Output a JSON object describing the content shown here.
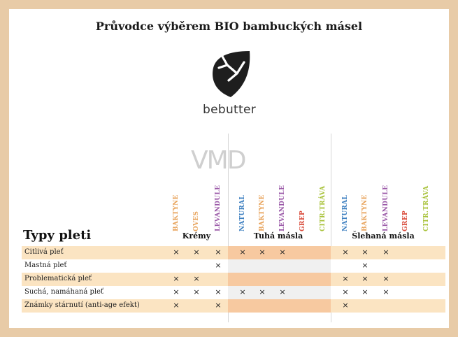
{
  "title": "Průvodce výběrem BIO bambuckých másel",
  "brand": "bebutter",
  "watermark": "VMD",
  "table_title": "Typy pleti",
  "groups": [
    {
      "label": "Krémy"
    },
    {
      "label": "Tuhá másla"
    },
    {
      "label": "Šlehaná másla"
    }
  ],
  "columns": [
    {
      "label": "BAKTYNE",
      "color": "#e8a45d"
    },
    {
      "label": "OVES",
      "color": "#e8a45d"
    },
    {
      "label": "LEVANDULE",
      "color": "#9b5aa8"
    },
    {
      "label": "NATURAL",
      "color": "#3d7fc0"
    },
    {
      "label": "BAKTYNE",
      "color": "#e8a45d"
    },
    {
      "label": "LEVANDULE",
      "color": "#9b5aa8"
    },
    {
      "label": "GREP",
      "color": "#d94a3a"
    },
    {
      "label": "CITR.TRÁVA",
      "color": "#a8c23a"
    },
    {
      "label": "NATURAL",
      "color": "#3d7fc0"
    },
    {
      "label": "BAKTYNE",
      "color": "#e8a45d"
    },
    {
      "label": "LEVANDULE",
      "color": "#9b5aa8"
    },
    {
      "label": "GREP",
      "color": "#d94a3a"
    },
    {
      "label": "CITR.TRÁVA",
      "color": "#a8c23a"
    }
  ],
  "rows": [
    {
      "label": "Citlivá pleť",
      "marks": [
        1,
        1,
        1,
        1,
        1,
        1,
        0,
        0,
        1,
        1,
        1,
        0,
        0
      ]
    },
    {
      "label": "Mastná pleť",
      "marks": [
        0,
        0,
        1,
        0,
        0,
        0,
        0,
        0,
        0,
        1,
        0,
        0,
        0
      ]
    },
    {
      "label": "Problematická pleť",
      "marks": [
        1,
        1,
        0,
        0,
        0,
        0,
        0,
        0,
        1,
        1,
        1,
        0,
        0
      ]
    },
    {
      "label": "Suchá, namáhaná pleť",
      "marks": [
        1,
        1,
        1,
        1,
        1,
        1,
        0,
        0,
        1,
        1,
        1,
        0,
        0
      ]
    },
    {
      "label": "Známky stárnutí (anti-age efekt)",
      "marks": [
        1,
        0,
        1,
        0,
        0,
        0,
        0,
        0,
        1,
        0,
        0,
        0,
        0
      ]
    }
  ],
  "mark_symbol": "×",
  "colors": {
    "row_odd": "#fbe4c2",
    "row_even": "#ffffff",
    "solid_odd": "#f7c9a0",
    "solid_even": "#f0f0f0",
    "border": "#e8cba7"
  }
}
